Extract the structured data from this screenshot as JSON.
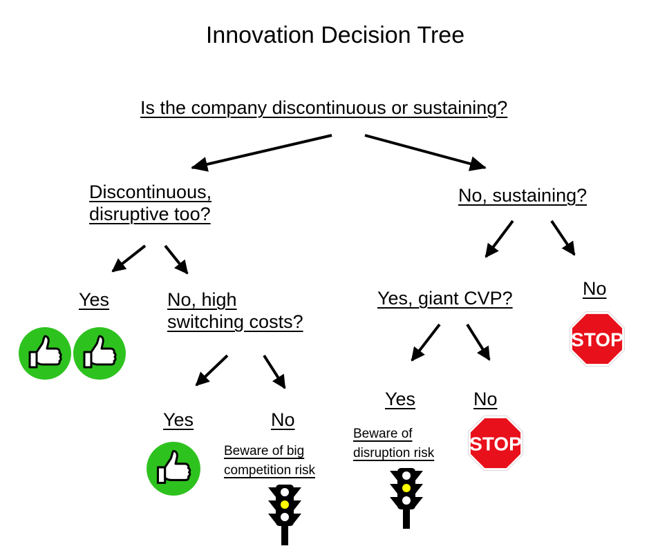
{
  "title": "Innovation Decision Tree",
  "nodes": {
    "root": "Is the company discontinuous or sustaining?",
    "discontinuous": [
      "Discontinuous,",
      "disruptive too?"
    ],
    "sustaining": "No, sustaining?",
    "disc_yes": "Yes",
    "disc_no": [
      "No, high",
      "switching costs?"
    ],
    "switch_yes": "Yes",
    "switch_no": "No",
    "switch_no_note": [
      "Beware of big",
      "competition risk"
    ],
    "cvp_question": "Yes, giant CVP?",
    "sust_no": "No",
    "cvp_yes": "Yes",
    "cvp_yes_note": [
      "Beware of",
      "disruption risk"
    ],
    "cvp_no": "No"
  },
  "icons": {
    "thumbs": "thumbs-up-icon",
    "stop": "stop-sign-icon",
    "stop_text": "STOP",
    "light": "traffic-light-icon"
  },
  "colors": {
    "thumb_bg": "#2ec21f",
    "stop_red": "#e8101b",
    "light_yellow": "#ffff00"
  }
}
